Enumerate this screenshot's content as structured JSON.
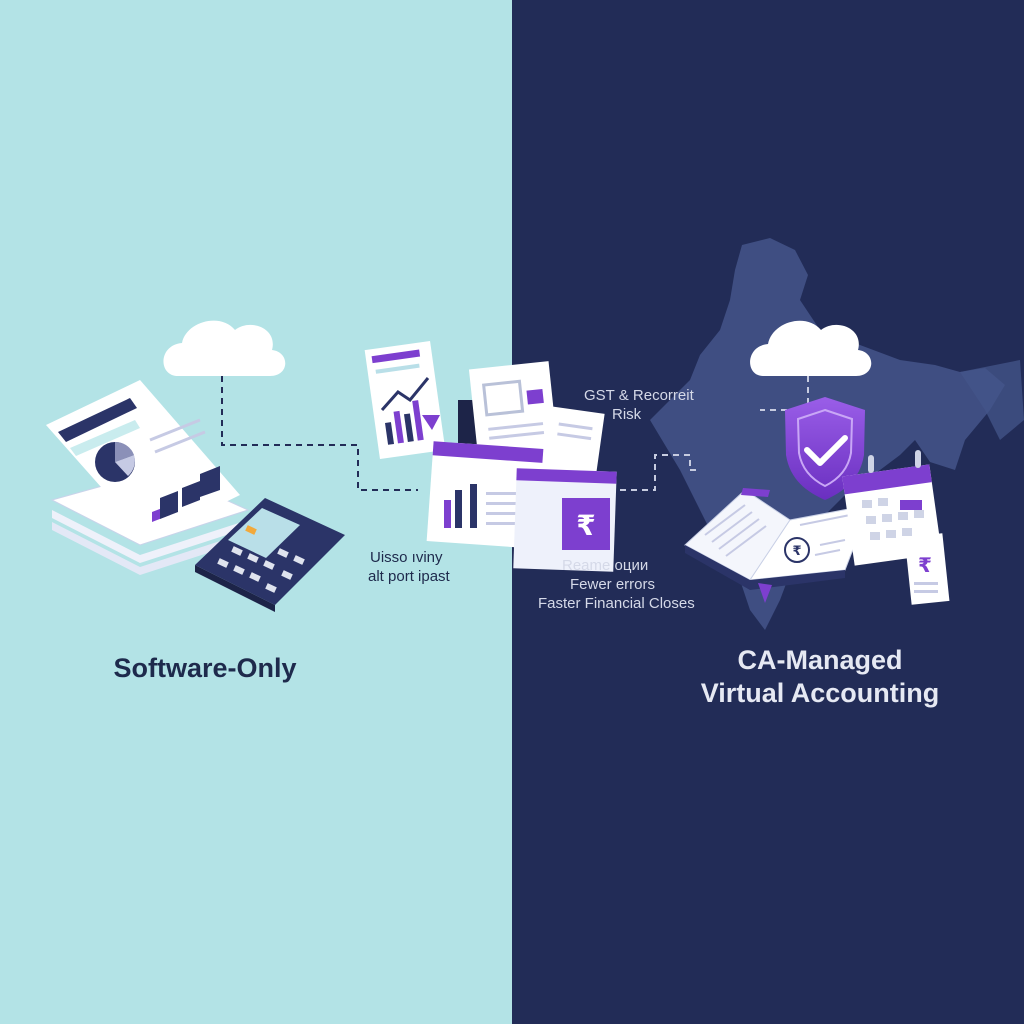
{
  "colors": {
    "left_bg": "#b3e3e6",
    "right_bg": "#222c57",
    "accent_purple": "#7d3fcf",
    "navy": "#232c57",
    "paper": "#ffffff",
    "map": "#44558a",
    "text_dark": "#1e2a4c",
    "text_light": "#e6e9f3"
  },
  "left_panel": {
    "title": "Software-Only"
  },
  "right_panel": {
    "title_line1": "CA-Managed",
    "title_line2": "Virtual Accounting"
  },
  "center_labels": {
    "left_line1": "Uisso ıviny",
    "left_line2": "alt port ipast",
    "top_line1": "GST & Recorreit",
    "top_line2": "Risk",
    "bottom_line1": "Reame оции",
    "bottom_line2": "Fewer errors",
    "bottom_line3": "Faster Financial Closes"
  },
  "icons": [
    "cloud-icon",
    "report-sheets-icon",
    "calculator-icon",
    "trend-chart-icon",
    "documents-stack-icon",
    "rupee-card-icon",
    "shield-check-icon",
    "open-ledger-icon",
    "calendar-icon",
    "rupee-receipt-icon",
    "india-map-icon"
  ]
}
